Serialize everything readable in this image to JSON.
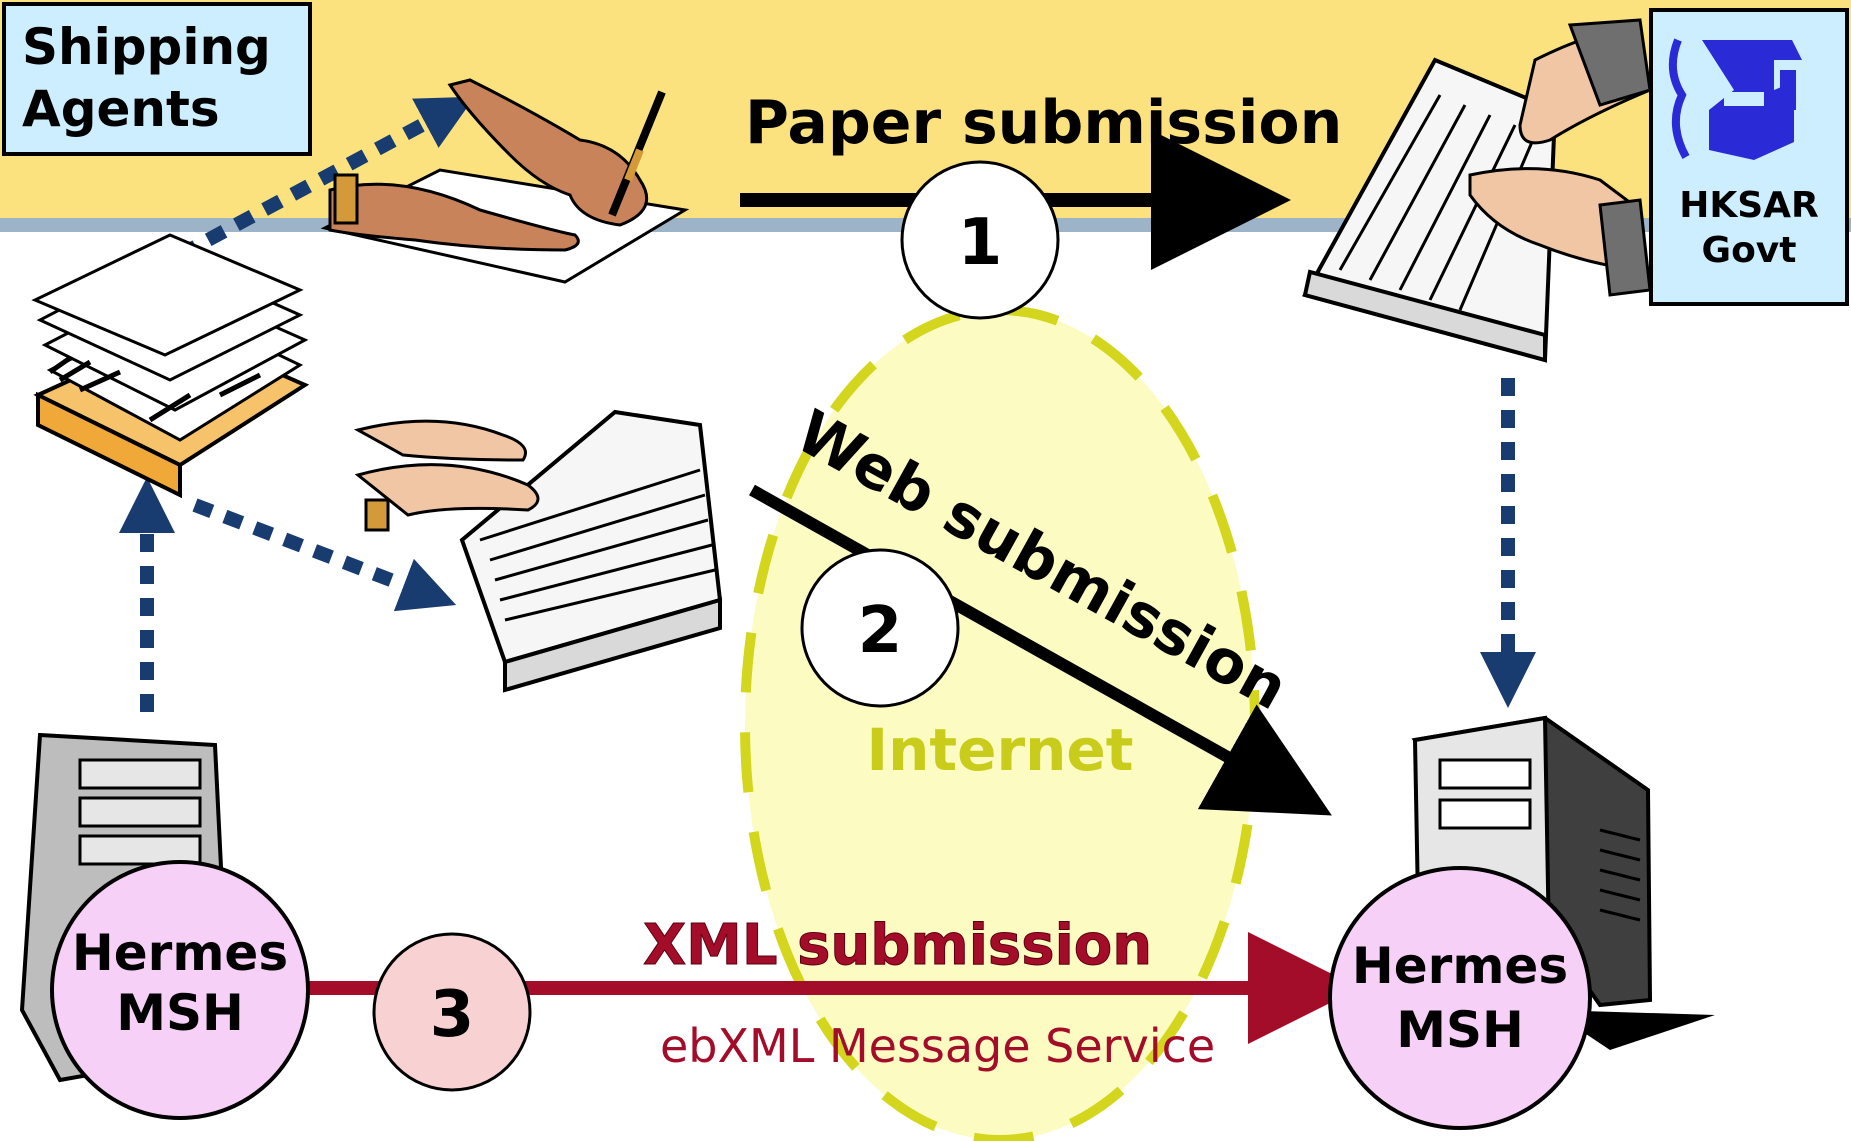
{
  "shipping_agents": {
    "label_line1": "Shipping",
    "label_line2": "Agents"
  },
  "govt": {
    "label_line1": "HKSAR",
    "label_line2": "Govt"
  },
  "paper": {
    "label": "Paper submission",
    "step": "1"
  },
  "web": {
    "label": "Web submission",
    "step": "2"
  },
  "internet": {
    "label": "Internet"
  },
  "xml": {
    "label": "XML submission",
    "sublabel": "ebXML Message Service",
    "step": "3"
  },
  "msh_left": {
    "line1": "Hermes",
    "line2": "MSH"
  },
  "msh_right": {
    "line1": "Hermes",
    "line2": "MSH"
  },
  "colors": {
    "top_band": "#fbe27f",
    "band_edge": "#9db3c8",
    "agent_box": "#cdeeff",
    "govt_box": "#cdeeff",
    "internet_fill": "#fbfbc2",
    "internet_stroke": "#d3d61c",
    "internet_text": "#c9cc1a",
    "xml_red": "#a30d29",
    "msh_pink": "#f7d0f7",
    "step3_fill": "#f8d2d2",
    "dotted_blue": "#183c70"
  }
}
